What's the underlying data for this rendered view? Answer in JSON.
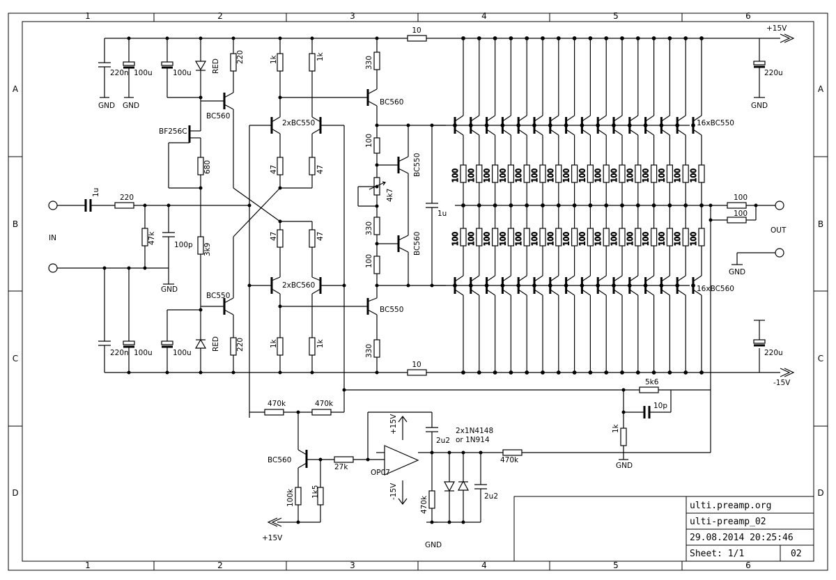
{
  "frame": {
    "columns": [
      "1",
      "2",
      "3",
      "4",
      "5",
      "6"
    ],
    "rows": [
      "A",
      "B",
      "C",
      "D"
    ]
  },
  "title_block": {
    "site": "ulti.preamp.org",
    "name": "ulti-preamp_02",
    "datetime": "29.08.2014 20:25:46",
    "sheet": "Sheet: 1/1",
    "rev": "02"
  },
  "ports": {
    "in": "IN",
    "out": "OUT",
    "vplus": "+15V",
    "vminus": "-15V",
    "vplus_bottom": "+15V"
  },
  "labels": {
    "gnd": "GND",
    "red": "RED",
    "c220n": "220n",
    "c100u": "100u",
    "c220u": "220u",
    "r220": "220",
    "r10": "10",
    "r1k": "1k",
    "r330": "330",
    "r680": "680",
    "r3k9": "3k9",
    "r47": "47",
    "r47k": "47k",
    "r100": "100",
    "r4k7": "4k7",
    "r470k": "470k",
    "r27k": "27k",
    "r100k": "100k",
    "r1k5": "1k5",
    "r5k6": "5k6",
    "c1u": "1u",
    "c100p": "100p",
    "c10p": "10p",
    "c2u2": "2u2",
    "bc560": "BC560",
    "bc550": "BC550",
    "bf256c": "BF256C",
    "pair550": "2xBC550",
    "pair560": "2xBC560",
    "arr550": "16xBC550",
    "arr560": "16xBC560",
    "op07": "OP07",
    "diodes": "2x1N4148",
    "diodes2": "or 1N914",
    "op_plus": "+15V",
    "op_minus": "-15V"
  }
}
